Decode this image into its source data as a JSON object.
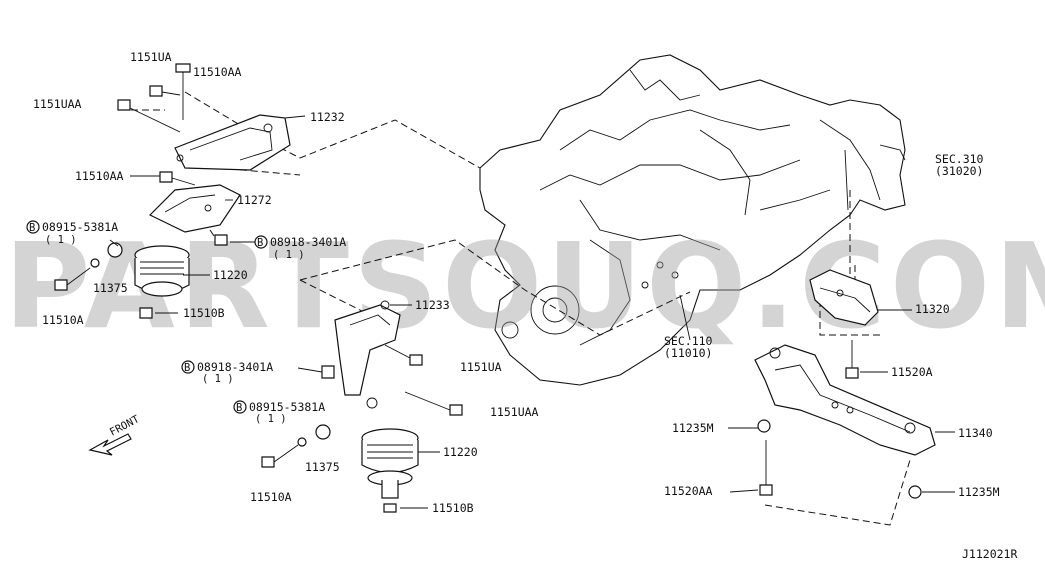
{
  "watermark": "PARTSOUQ.COM",
  "figure_id": "J112021R",
  "front_label": "FRONT",
  "labels": {
    "l_1151UA_top": "1151UA",
    "l_11510AA_top": "11510AA",
    "l_1151UAA_top": "1151UAA",
    "l_11232": "11232",
    "l_11510AA_mid": "11510AA",
    "l_11272": "11272",
    "l_08915_top": "08915-5381A",
    "l_08915_top_qty": "( 1 )",
    "l_08918_top": "08918-3401A",
    "l_08918_top_qty": "( 1 )",
    "l_11375_top": "11375",
    "l_11220_top": "11220",
    "l_11510A_top": "11510A",
    "l_11510B_top": "11510B",
    "l_11233": "11233",
    "l_08918_bot": "08918-3401A",
    "l_08918_bot_qty": "( 1 )",
    "l_1151UA_bot": "1151UA",
    "l_08915_bot": "08915-5381A",
    "l_08915_bot_qty": "( 1 )",
    "l_1151UAA_bot": "1151UAA",
    "l_11220_bot": "11220",
    "l_11375_bot": "11375",
    "l_11510A_bot": "11510A",
    "l_11510B_bot": "11510B",
    "l_sec310": "SEC.310",
    "l_sec310_sub": "(31020)",
    "l_sec110": "SEC.110",
    "l_sec110_sub": "(11010)",
    "l_11320": "11320",
    "l_11520A": "11520A",
    "l_11235M_top": "11235M",
    "l_11340": "11340",
    "l_11520AA": "11520AA",
    "l_11235M_bot": "11235M"
  },
  "marker_letter": "B"
}
